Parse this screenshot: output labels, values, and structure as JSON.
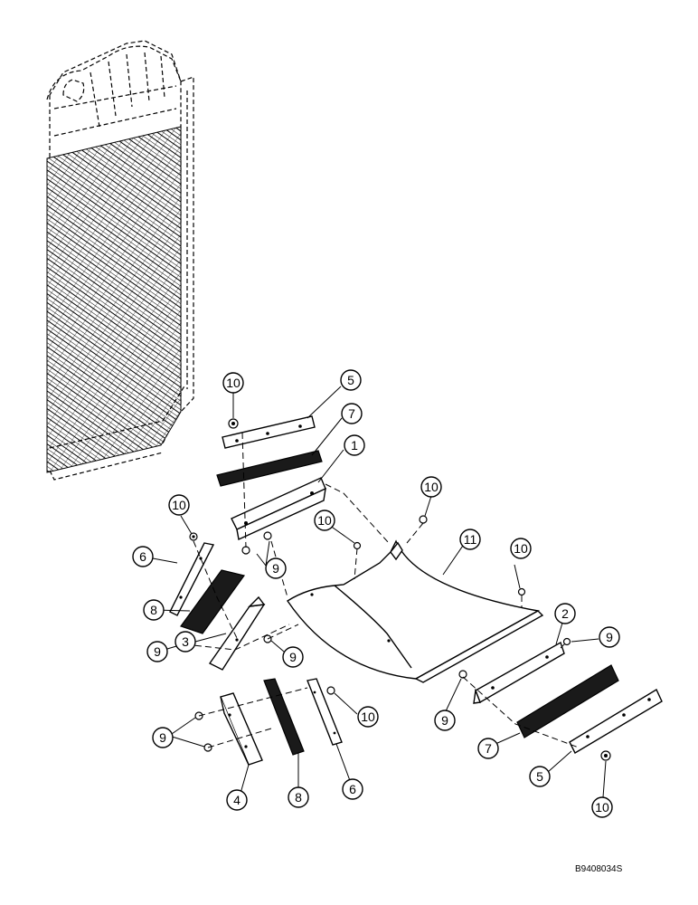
{
  "figure_id": "B9408034S",
  "callouts": {
    "c1": "1",
    "c2": "2",
    "c3": "3",
    "c4": "4",
    "c5a": "5",
    "c5b": "5",
    "c6a": "6",
    "c6b": "6",
    "c7a": "7",
    "c7b": "7",
    "c8a": "8",
    "c8b": "8",
    "c9a": "9",
    "c9b": "9",
    "c9c": "9",
    "c9d": "9",
    "c9e": "9",
    "c9f": "9",
    "c10a": "10",
    "c10b": "10",
    "c10c": "10",
    "c10d": "10",
    "c10e": "10",
    "c10f": "10",
    "c10g": "10",
    "c11": "11"
  }
}
